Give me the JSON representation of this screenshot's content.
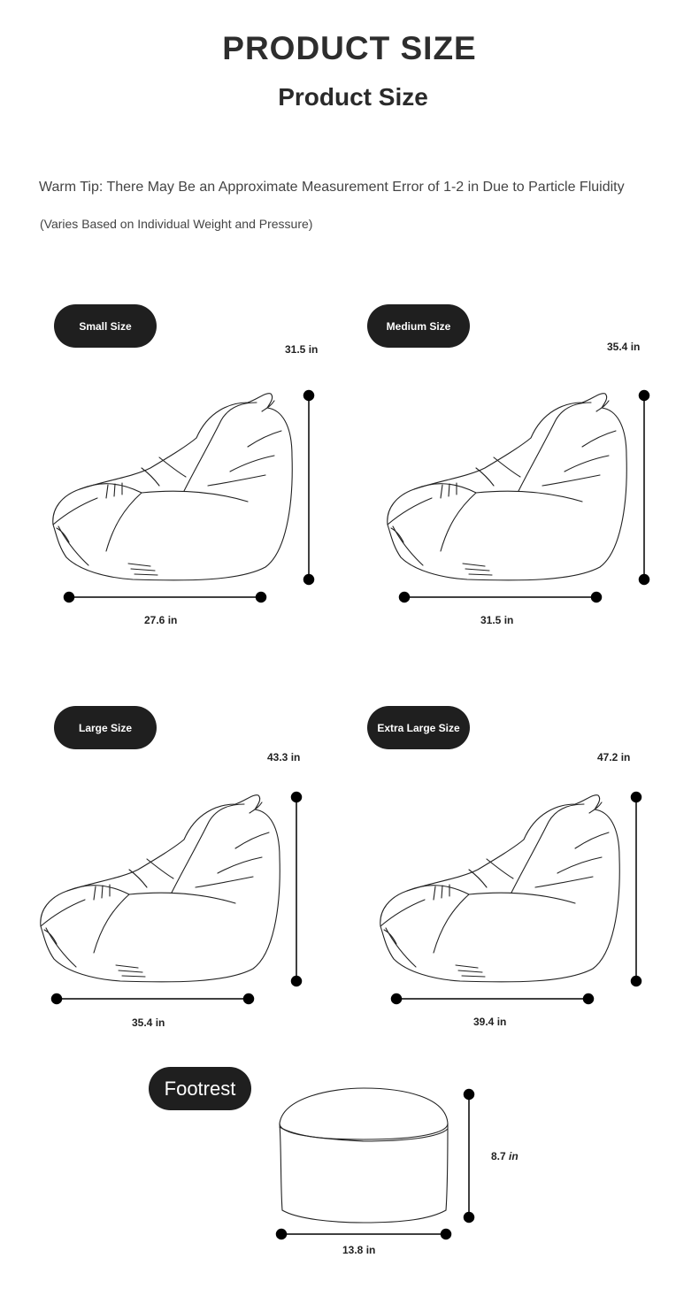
{
  "header": {
    "title": "PRODUCT SIZE",
    "subtitle": "Product Size"
  },
  "tip": {
    "text": "Warm Tip: There May Be an Approximate Measurement Error of 1-2 in Due to Particle Fluidity",
    "note": "(Varies Based on Individual Weight and Pressure)"
  },
  "sizes": {
    "small": {
      "label": "Small Size",
      "height": "31.5 in",
      "width": "27.6 in"
    },
    "medium": {
      "label": "Medium Size",
      "height": "35.4 in",
      "width": "31.5 in"
    },
    "large": {
      "label": "Large Size",
      "height": "43.3 in",
      "width": "35.4 in"
    },
    "xlarge": {
      "label": "Extra Large Size",
      "height": "47.2 in",
      "width": "39.4 in"
    }
  },
  "footrest": {
    "label": "Footrest",
    "height_value": "8.7",
    "height_unit": "in",
    "width": "13.8 in"
  },
  "colors": {
    "pill_background": "#1f1f1f",
    "line": "#000000"
  }
}
